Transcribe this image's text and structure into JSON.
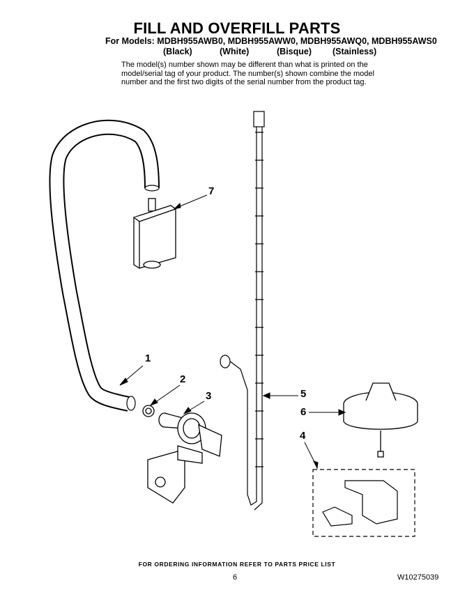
{
  "title": "FILL AND OVERFILL PARTS",
  "models_line": "For Models: MDBH955AWB0, MDBH955AWW0, MDBH955AWQ0, MDBH955AWS0",
  "colors": [
    "(Black)",
    "(White)",
    "(Bisque)",
    "(Stainless)"
  ],
  "note_lines": [
    "The model(s) number shown may be different than what is printed on the",
    "model/serial tag of your product. The number(s) shown combine the model",
    "number and the first two digits of the serial number from the product tag."
  ],
  "callouts": [
    "1",
    "2",
    "3",
    "4",
    "5",
    "6",
    "7"
  ],
  "footer": "FOR ORDERING INFORMATION REFER TO PARTS PRICE LIST",
  "page_number": "6",
  "part_number": "W10275039"
}
